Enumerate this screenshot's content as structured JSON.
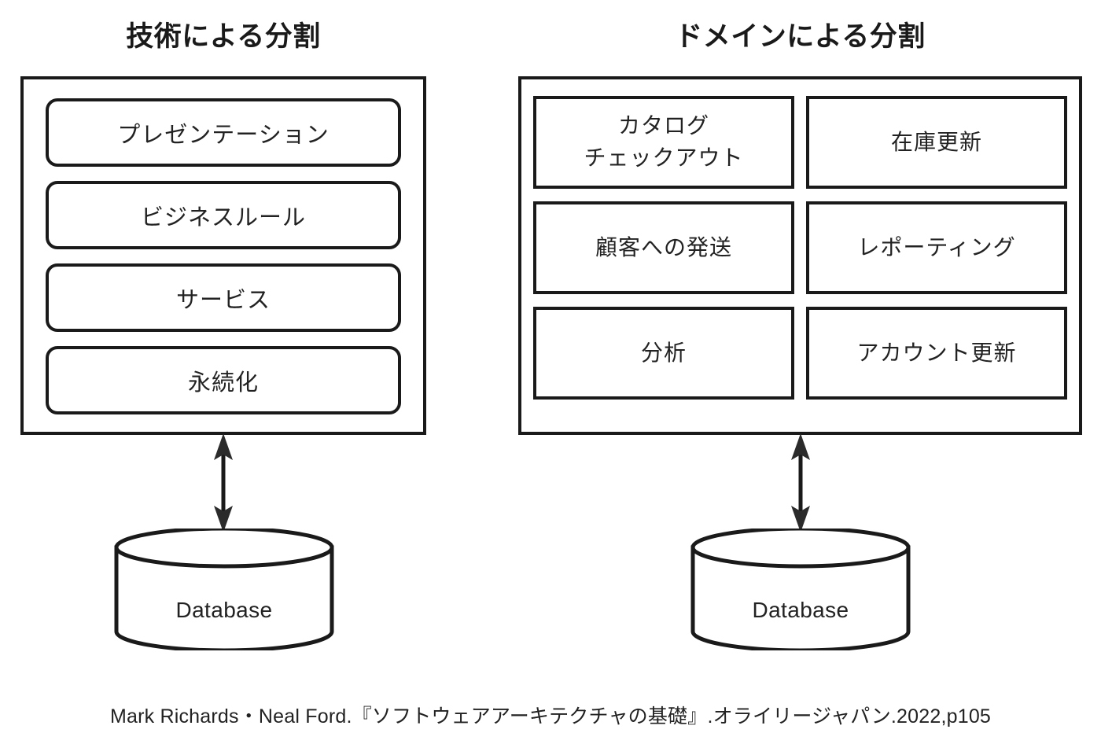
{
  "panels": [
    {
      "id": "technical",
      "title": "技術による分割",
      "kind": "layered",
      "layers": [
        {
          "label": "プレゼンテーション"
        },
        {
          "label": "ビジネスルール"
        },
        {
          "label": "サービス"
        },
        {
          "label": "永続化"
        }
      ],
      "connector": {
        "type": "double-headed-arrow",
        "icon": "double-arrow-vertical-icon"
      },
      "database": {
        "label": "Database",
        "icon": "database-cylinder-icon"
      }
    },
    {
      "id": "domain",
      "title": "ドメインによる分割",
      "kind": "grid",
      "cells": [
        {
          "label": "カタログ\nチェックアウト"
        },
        {
          "label": "在庫更新"
        },
        {
          "label": "顧客への発送"
        },
        {
          "label": "レポーティング"
        },
        {
          "label": "分析"
        },
        {
          "label": "アカウント更新"
        }
      ],
      "connector": {
        "type": "double-headed-arrow",
        "icon": "double-arrow-vertical-icon"
      },
      "database": {
        "label": "Database",
        "icon": "database-cylinder-icon"
      }
    }
  ],
  "caption": "Mark Richards・Neal Ford.『ソフトウェアアーキテクチャの基礎』.オライリージャパン.2022,p105",
  "colors": {
    "stroke": "#1a1a1a",
    "text": "#222222",
    "background": "#ffffff"
  }
}
